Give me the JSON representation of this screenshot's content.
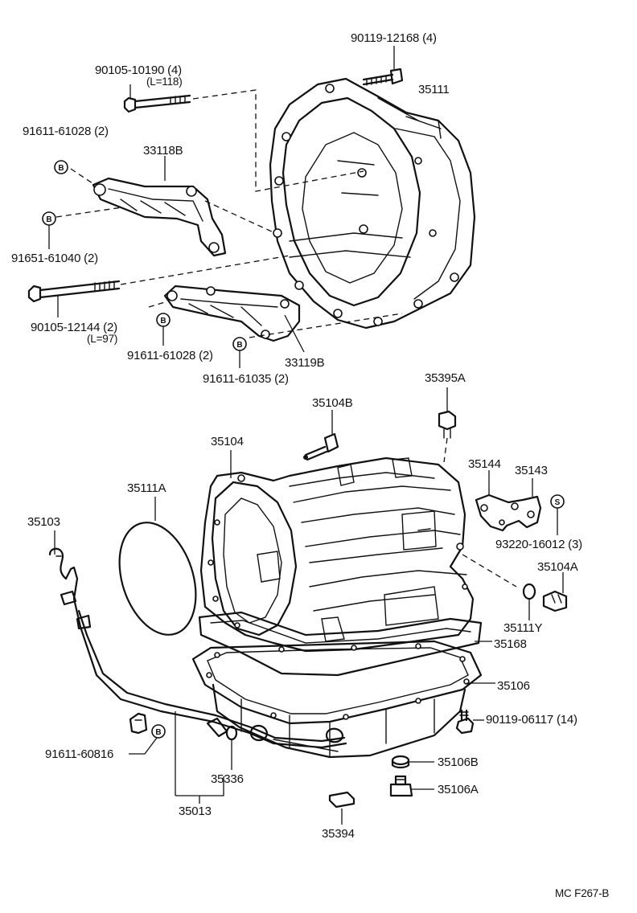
{
  "labels": {
    "bolt_bellhousing": "90119-12168 (4)",
    "bellhousing": "35111",
    "bolt_upper": "90105-10190 (4)",
    "bolt_upper_len": "(L=118)",
    "nut_upper": "91611-61028 (2)",
    "bracket_upper": "33118B",
    "nut_mid": "91651-61040 (2)",
    "bolt_lower": "90105-12144 (2)",
    "bolt_lower_len": "(L=97)",
    "nut_lower": "91611-61028 (2)",
    "nut_lower2": "91611-61035 (2)",
    "bracket_lower": "33119B",
    "sensor": "35395A",
    "plug_top": "35104B",
    "case": "35104",
    "oring_large": "35111A",
    "dipstick": "35103",
    "bracket_small": "35144",
    "bracket_small2": "35143",
    "screw_small": "93220-16012 (3)",
    "plug_side": "35104A",
    "oring_small": "35111Y",
    "gasket": "35168",
    "oil_pan": "35106",
    "pan_bolt": "90119-06117 (14)",
    "clip_nut": "91611-60816",
    "oring_tube": "35336",
    "tube_assy": "35013",
    "drain_washer": "35106B",
    "drain_plug": "35106A",
    "magnet": "35394",
    "footer": "MC  F267-B"
  },
  "badges": {
    "b": "B",
    "s": "S"
  }
}
